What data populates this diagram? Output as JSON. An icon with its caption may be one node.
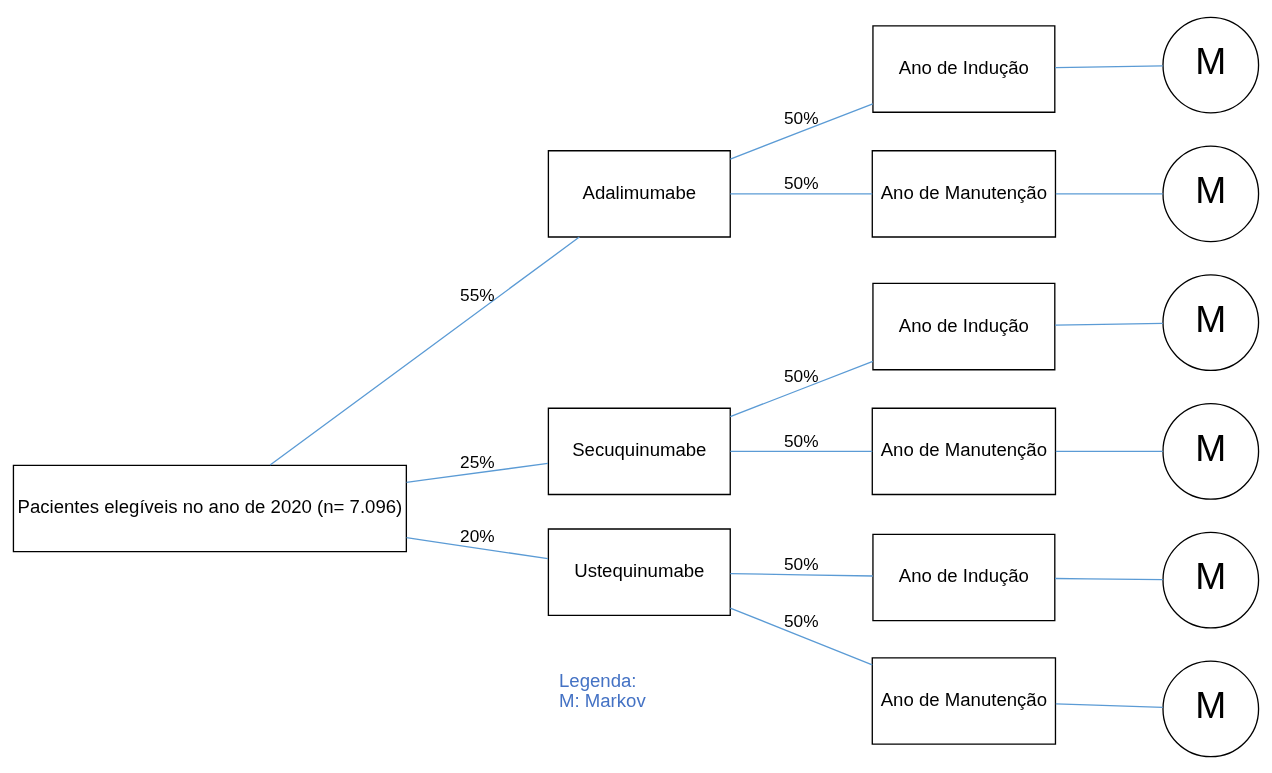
{
  "diagram": {
    "nodes": [
      {
        "text": [
          "Pacientes elegíveis no ano de 2020 (n= 7.096)"
        ]
      },
      {
        "text": [
          "Adalimumabe"
        ]
      },
      {
        "text": [
          "Secuquinumabe"
        ]
      },
      {
        "text": [
          "Ustequinumabe"
        ]
      },
      {
        "text": [
          "Ano de Indução"
        ]
      },
      {
        "text": [
          "Ano de Manutenção"
        ]
      },
      {
        "text": [
          "Ano de Indução"
        ]
      },
      {
        "text": [
          "Ano de Manutenção"
        ]
      },
      {
        "text": [
          "Ano de Indução"
        ]
      },
      {
        "text": [
          "Ano de Manutenção"
        ]
      },
      {
        "text": [
          "M"
        ]
      },
      {
        "text": [
          "M"
        ]
      },
      {
        "text": [
          "M"
        ]
      },
      {
        "text": [
          "M"
        ]
      },
      {
        "text": [
          "M"
        ]
      },
      {
        "text": [
          "M"
        ]
      }
    ],
    "edges": [
      {
        "from": 0,
        "to": 1,
        "arrow": "none",
        "label": "55%"
      },
      {
        "from": 0,
        "to": 2,
        "arrow": "none",
        "label": "25%"
      },
      {
        "from": 0,
        "to": 3,
        "arrow": "none",
        "label": "20%"
      },
      {
        "from": 1,
        "to": 4,
        "arrow": "none",
        "label": "50%"
      },
      {
        "from": 1,
        "to": 5,
        "arrow": "none",
        "label": "50%"
      },
      {
        "from": 2,
        "to": 6,
        "arrow": "none",
        "label": "50%"
      },
      {
        "from": 2,
        "to": 7,
        "arrow": "none",
        "label": "50%"
      },
      {
        "from": 3,
        "to": 8,
        "arrow": "none",
        "label": "50%"
      },
      {
        "from": 3,
        "to": 9,
        "arrow": "none",
        "label": "50%"
      },
      {
        "from": 4,
        "to": 10,
        "arrow": "none"
      },
      {
        "from": 5,
        "to": 11,
        "arrow": "none"
      },
      {
        "from": 6,
        "to": 12,
        "arrow": "none"
      },
      {
        "from": 7,
        "to": 13,
        "arrow": "none"
      },
      {
        "from": 8,
        "to": 14,
        "arrow": "none"
      },
      {
        "from": 9,
        "to": 15,
        "arrow": "none"
      }
    ],
    "labels": [
      "Legenda:",
      "M: Markov"
    ]
  }
}
